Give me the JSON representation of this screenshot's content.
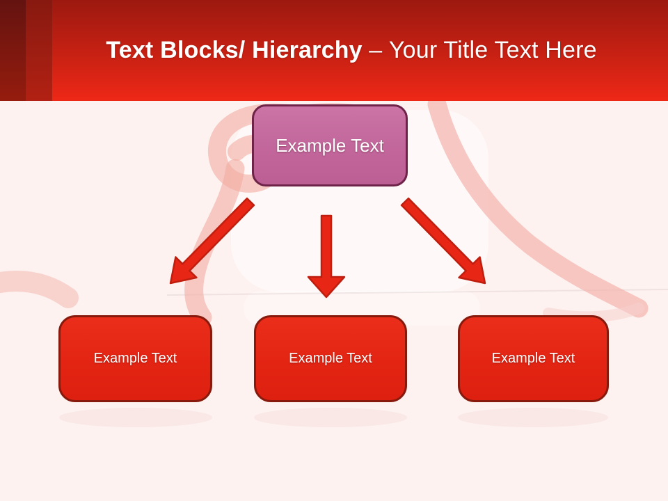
{
  "slide": {
    "header": {
      "title_bold": "Text Blocks/ Hierarchy",
      "title_separator": "–",
      "title_rest": "Your Title Text Here"
    },
    "diagram": {
      "root": {
        "label": "Example Text"
      },
      "children": [
        {
          "label": "Example Text"
        },
        {
          "label": "Example Text"
        },
        {
          "label": "Example Text"
        }
      ]
    },
    "colors": {
      "header_red_top": "#9c1910",
      "header_red_bottom": "#ee2817",
      "header_dark_band": "#641310",
      "content_background": "#fdf2f0",
      "root_box_fill": "#c1659b",
      "root_box_border": "#6f2348",
      "child_box_fill": "#e32413",
      "child_box_border": "#871a0c",
      "arrow_fill": "#e82616",
      "arrow_outline": "#bf1e0f",
      "ribbon_pink": "#f2aca2"
    }
  }
}
